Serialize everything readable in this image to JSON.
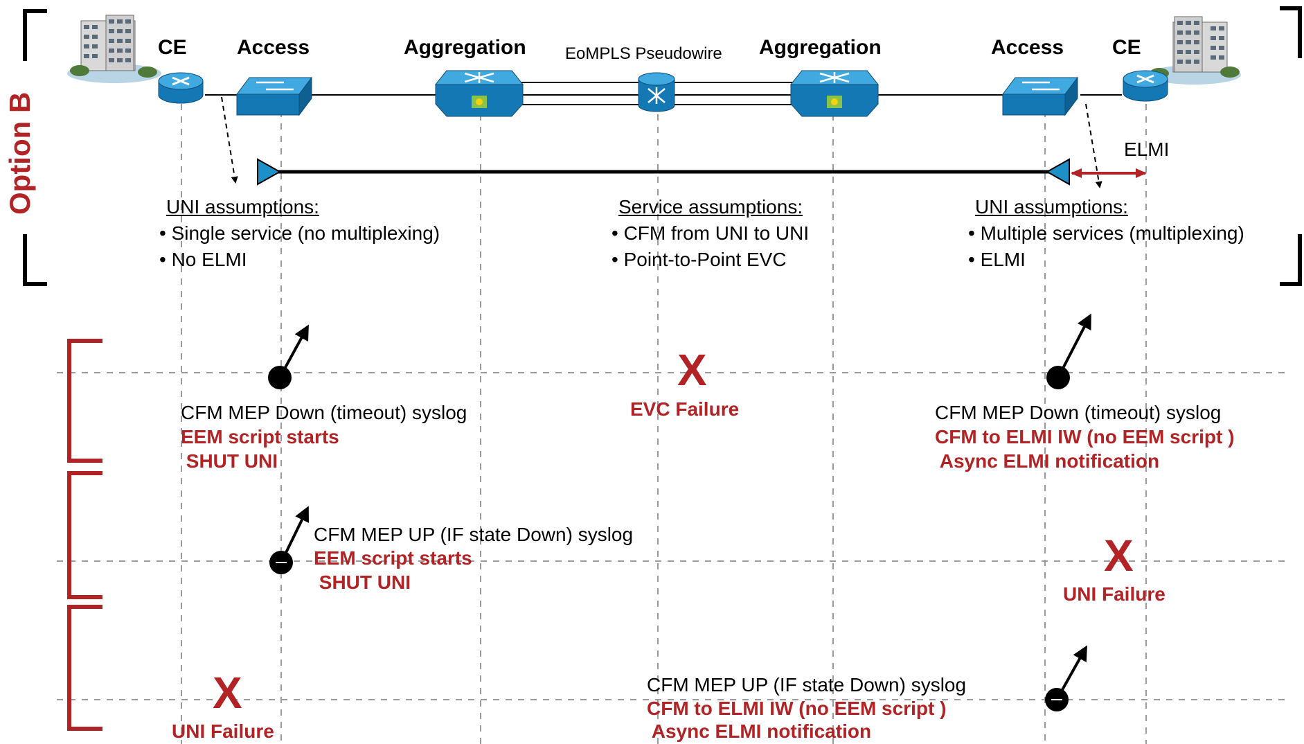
{
  "side_label": "Option B",
  "devices": {
    "ce_left": "CE",
    "access_left": "Access",
    "aggregation_left": "Aggregation",
    "pseudowire": "EoMPLS Pseudowire",
    "aggregation_right": "Aggregation",
    "access_right": "Access",
    "ce_right": "CE"
  },
  "elmi_label": "ELMI",
  "assumptions": {
    "left": {
      "title": "UNI assumptions:",
      "items": [
        "• Single service (no multiplexing)",
        "• No ELMI"
      ]
    },
    "middle": {
      "title": "Service assumptions:",
      "items": [
        "• CFM from UNI to UNI",
        "• Point-to-Point EVC"
      ]
    },
    "right": {
      "title": "UNI assumptions:",
      "items": [
        "• Multiple services (multiplexing)",
        "• ELMI"
      ]
    }
  },
  "scenarios": {
    "s1": {
      "failure_mark": "X",
      "failure_label": "EVC Failure",
      "left_line1": "CFM MEP Down (timeout) syslog",
      "left_line2": "EEM script starts",
      "left_line3": " SHUT UNI",
      "right_line1": "CFM MEP Down (timeout) syslog",
      "right_line2": "CFM to ELMI IW (no EEM script )",
      "right_line3": " Async ELMI notification"
    },
    "s2": {
      "line1": "CFM MEP UP (IF state Down) syslog",
      "line2": "EEM script starts",
      "line3": " SHUT UNI",
      "failure_mark": "X",
      "failure_label": "UNI Failure"
    },
    "s3": {
      "failure_mark": "X",
      "failure_label": "UNI Failure",
      "line1": "CFM MEP UP (IF state Down) syslog",
      "line2": "CFM to ELMI IW (no EEM script )",
      "line3": " Async ELMI notification"
    }
  },
  "colors": {
    "accent_red": "#b22326",
    "device_blue": "#1e90c8",
    "text": "#000000"
  }
}
